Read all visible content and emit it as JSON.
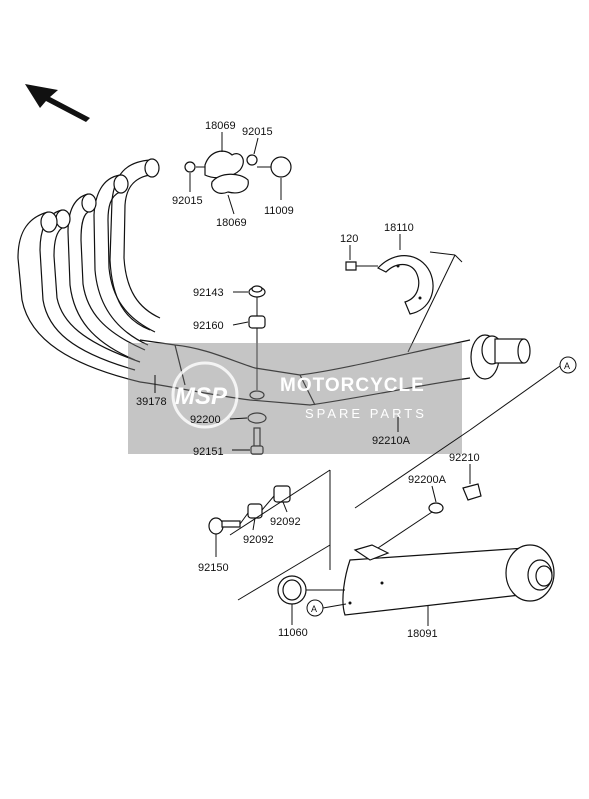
{
  "labels": {
    "p18069_top": "18069",
    "p92015_top": "92015",
    "p92015_left": "92015",
    "p11009": "11009",
    "p18069_bottom": "18069",
    "p120": "120",
    "p18110": "18110",
    "p92143": "92143",
    "p92160": "92160",
    "p39178": "39178",
    "p92200": "92200",
    "p92151": "92151",
    "p92210A": "92210A",
    "p92210": "92210",
    "p92200A": "92200A",
    "p92092_right": "92092",
    "p92092_left": "92092",
    "p92150": "92150",
    "p11060": "11060",
    "p18091": "18091",
    "ref_a_right": "A",
    "ref_a_left": "A"
  },
  "watermark": {
    "logo": "MSP",
    "line1": "MOTORCYCLE",
    "line2": "SPARE PARTS"
  },
  "colors": {
    "watermark_band": "#7f7f7f",
    "watermark_logo_accent": "#e07a5f",
    "ink": "#111111"
  }
}
